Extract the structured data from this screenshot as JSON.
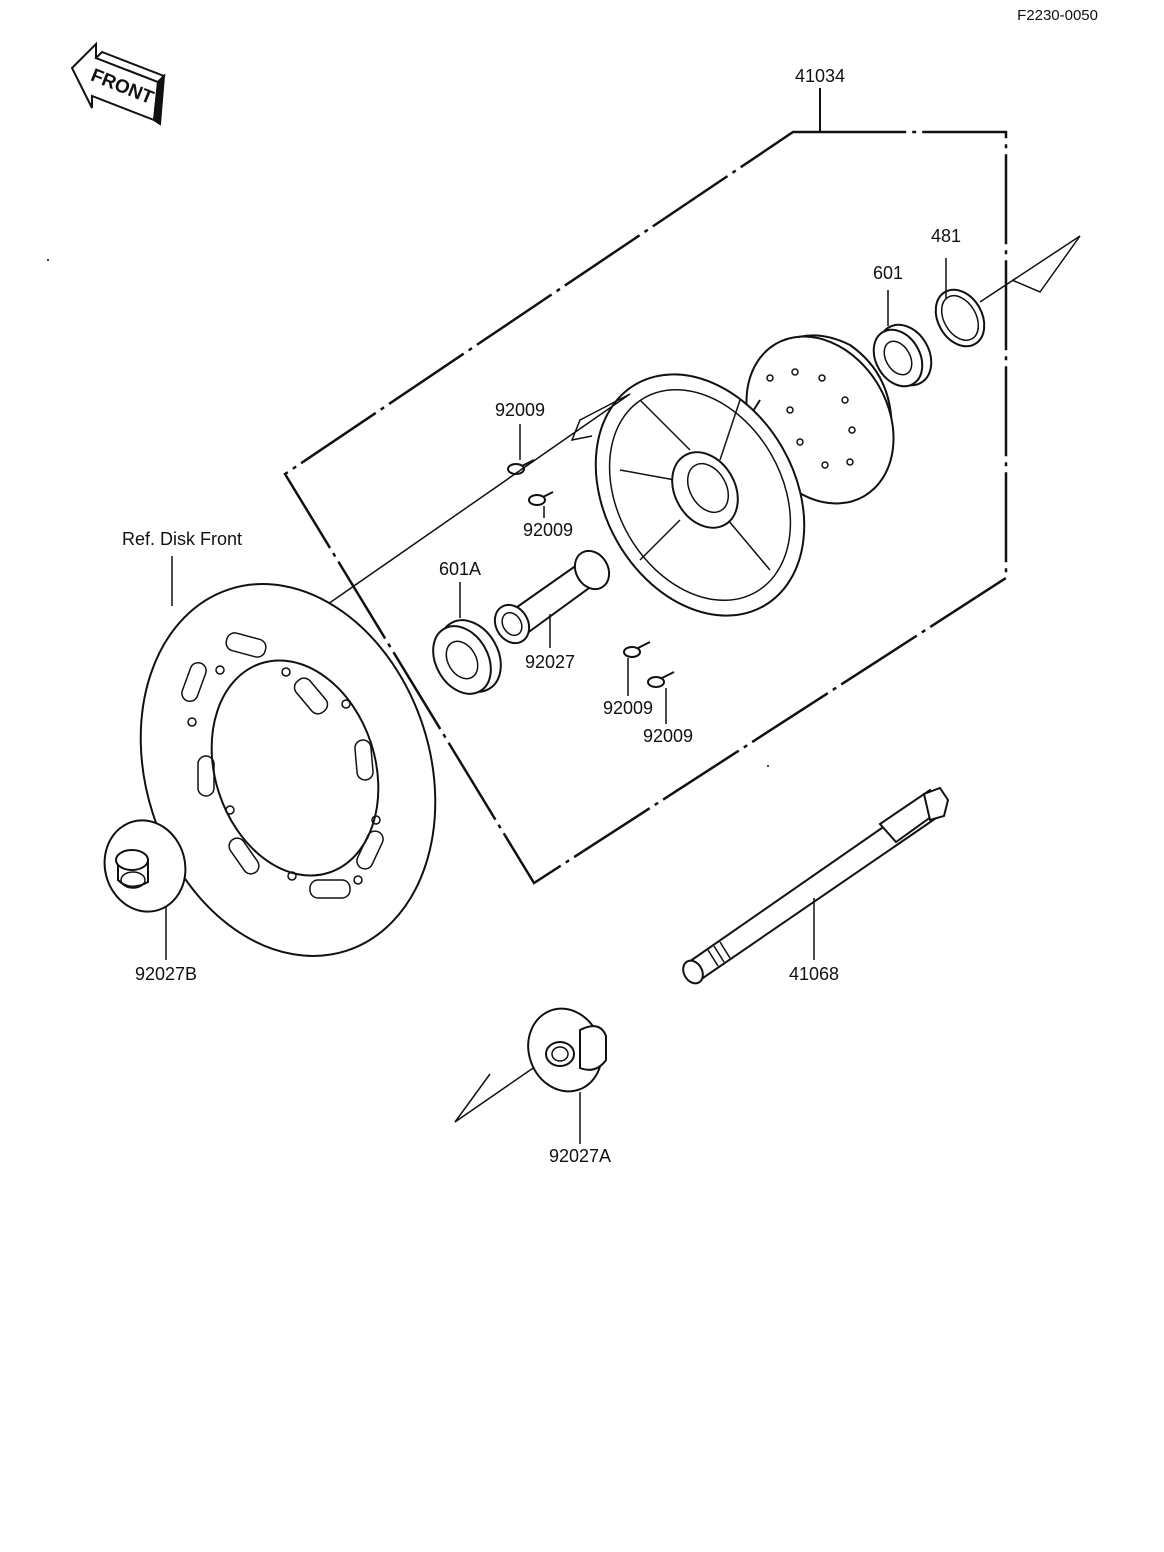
{
  "diagram_code": "F2230-0050",
  "front_label": "FRONT",
  "ref_label": "Ref.  Disk Front",
  "parts": {
    "hub": "41034",
    "circlip": "481",
    "bearing_right": "601",
    "bearing_left": "601A",
    "screw_a": "92009",
    "screw_b": "92009",
    "screw_c": "92009",
    "screw_d": "92009",
    "spacer": "92027",
    "collar_b": "92027B",
    "collar_a": "92027A",
    "axle": "41068"
  }
}
